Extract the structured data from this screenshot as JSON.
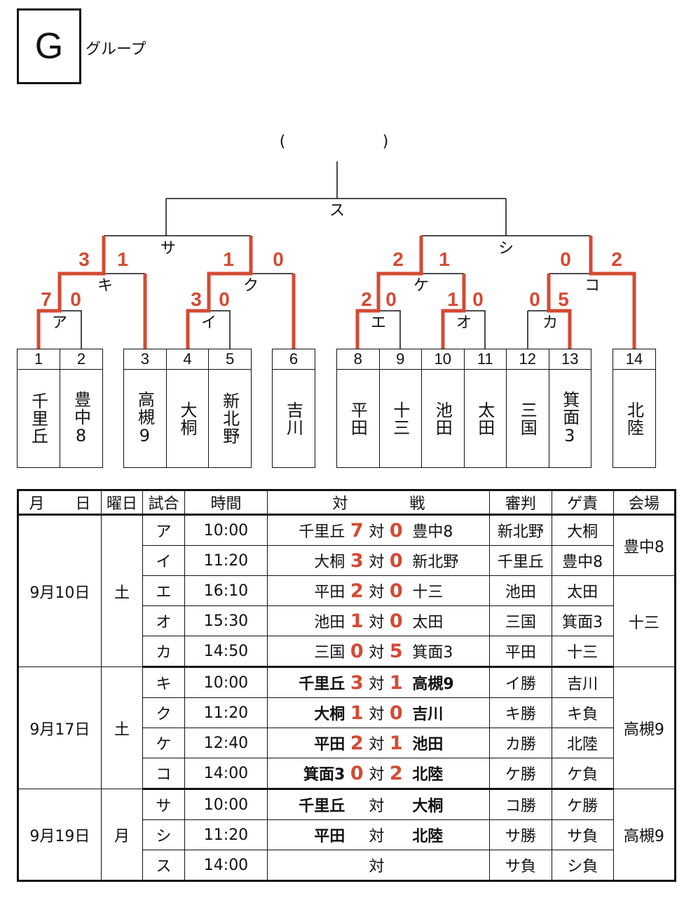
{
  "header": {
    "group_letter": "G",
    "group_title": "グループ",
    "paren_open": "(",
    "paren_close": ")"
  },
  "bracket": {
    "teams": [
      {
        "no": "1",
        "name": "千里丘"
      },
      {
        "no": "2",
        "name": "豊中8"
      },
      {
        "no": "3",
        "name": "高槻9"
      },
      {
        "no": "4",
        "name": "大桐"
      },
      {
        "no": "5",
        "name": "新北野"
      },
      {
        "no": "6",
        "name": "吉川"
      },
      {
        "no": "8",
        "name": "平田"
      },
      {
        "no": "9",
        "name": "十三"
      },
      {
        "no": "10",
        "name": "池田"
      },
      {
        "no": "11",
        "name": "太田"
      },
      {
        "no": "12",
        "name": "三国"
      },
      {
        "no": "13",
        "name": "箕面3"
      },
      {
        "no": "14",
        "name": "北陸"
      }
    ],
    "match_labels": {
      "a": "ア",
      "i": "イ",
      "e": "エ",
      "o": "オ",
      "ka": "カ",
      "ki": "キ",
      "ku": "ク",
      "ke": "ケ",
      "ko": "コ",
      "sa": "サ",
      "shi": "シ",
      "su": "ス"
    },
    "scores": {
      "a": [
        "7",
        "0"
      ],
      "i": [
        "3",
        "0"
      ],
      "e": [
        "2",
        "0"
      ],
      "o": [
        "1",
        "0"
      ],
      "ka": [
        "0",
        "5"
      ],
      "ki": [
        "3",
        "1"
      ],
      "ku": [
        "1",
        "0"
      ],
      "ke": [
        "2",
        "1"
      ],
      "ko": [
        "0",
        "2"
      ]
    },
    "win_color": "#d44a33"
  },
  "table": {
    "headers": [
      "月　　日",
      "曜日",
      "試合",
      "時間",
      "対　　　　戦",
      "審判",
      "ゲ責",
      "会場"
    ],
    "vs": "対",
    "groups": [
      {
        "date": "9月10日",
        "day": "土",
        "rows": [
          {
            "match": "ア",
            "time": "10:00",
            "t1": "千里丘",
            "s1": "7",
            "s2": "0",
            "t2": "豊中8",
            "ref": "新北野",
            "duty": "大桐"
          },
          {
            "match": "イ",
            "time": "11:20",
            "t1": "大桐",
            "s1": "3",
            "s2": "0",
            "t2": "新北野",
            "ref": "千里丘",
            "duty": "豊中8"
          },
          {
            "match": "エ",
            "time": "16:10",
            "t1": "平田",
            "s1": "2",
            "s2": "0",
            "t2": "十三",
            "ref": "池田",
            "duty": "太田"
          },
          {
            "match": "オ",
            "time": "15:30",
            "t1": "池田",
            "s1": "1",
            "s2": "0",
            "t2": "太田",
            "ref": "三国",
            "duty": "箕面3"
          },
          {
            "match": "カ",
            "time": "14:50",
            "t1": "三国",
            "s1": "0",
            "s2": "5",
            "t2": "箕面3",
            "ref": "平田",
            "duty": "十三"
          }
        ],
        "venues": [
          "豊中8",
          "十三"
        ]
      },
      {
        "date": "9月17日",
        "day": "土",
        "rows": [
          {
            "match": "キ",
            "time": "10:00",
            "t1": "千里丘",
            "s1": "3",
            "s2": "1",
            "t2": "高槻9",
            "ref": "イ勝",
            "duty": "吉川"
          },
          {
            "match": "ク",
            "time": "11:20",
            "t1": "大桐",
            "s1": "1",
            "s2": "0",
            "t2": "吉川",
            "ref": "キ勝",
            "duty": "キ負"
          },
          {
            "match": "ケ",
            "time": "12:40",
            "t1": "平田",
            "s1": "2",
            "s2": "1",
            "t2": "池田",
            "ref": "カ勝",
            "duty": "北陸"
          },
          {
            "match": "コ",
            "time": "14:00",
            "t1": "箕面3",
            "s1": "0",
            "s2": "2",
            "t2": "北陸",
            "ref": "ケ勝",
            "duty": "ケ負"
          }
        ],
        "venues": [
          "高槻9"
        ]
      },
      {
        "date": "9月19日",
        "day": "月",
        "rows": [
          {
            "match": "サ",
            "time": "10:00",
            "t1": "千里丘",
            "s1": "",
            "s2": "",
            "t2": "大桐",
            "ref": "コ勝",
            "duty": "ケ勝"
          },
          {
            "match": "シ",
            "time": "11:20",
            "t1": "平田",
            "s1": "",
            "s2": "",
            "t2": "北陸",
            "ref": "サ勝",
            "duty": "サ負"
          },
          {
            "match": "ス",
            "time": "14:00",
            "t1": "",
            "s1": "",
            "s2": "",
            "t2": "",
            "ref": "サ負",
            "duty": "シ負"
          }
        ],
        "venues": [
          "高槻9"
        ]
      }
    ]
  }
}
